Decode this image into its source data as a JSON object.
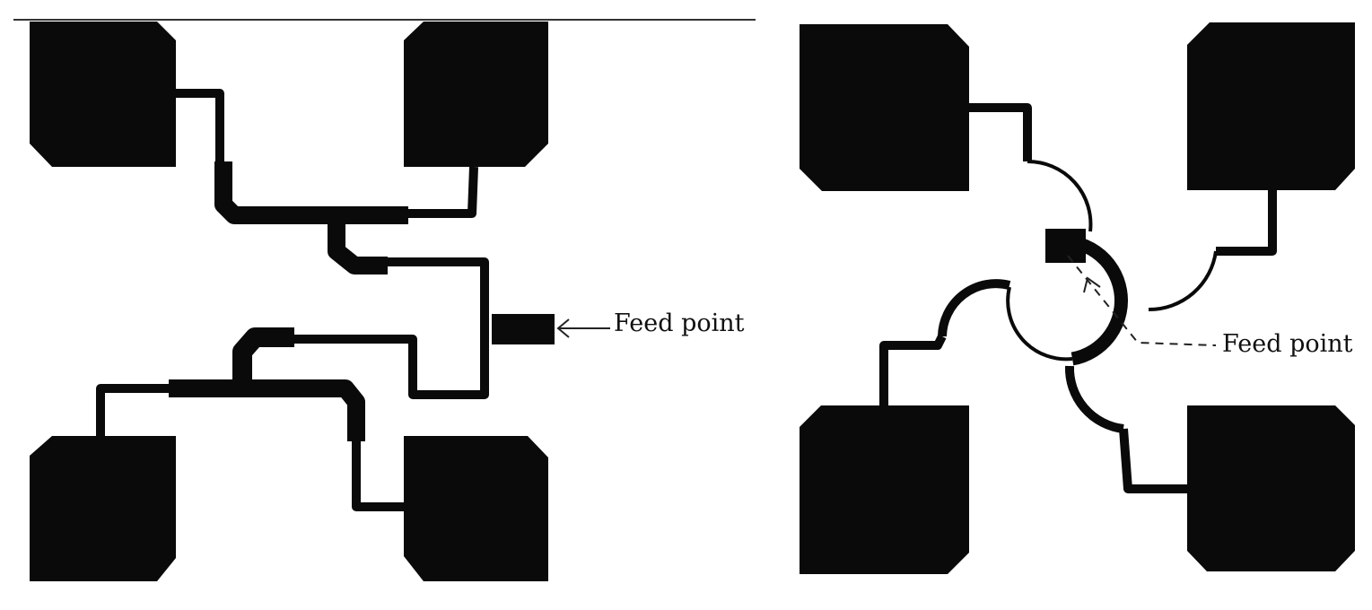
{
  "colors": {
    "metal": "#0a0a0a",
    "background": "#ffffff",
    "annotation": "#222222"
  },
  "left_diagram": {
    "feed_label": "Feed point",
    "arrow_icon": "left-arrow"
  },
  "right_diagram": {
    "feed_label": "Feed point",
    "leader_style": "dashed"
  }
}
